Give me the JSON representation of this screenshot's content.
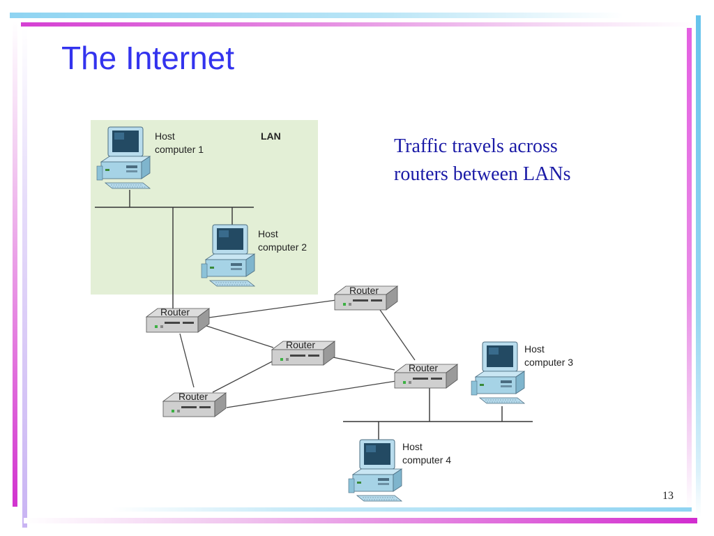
{
  "slide": {
    "title": "The Internet",
    "caption_lines": [
      "Traffic travels across",
      "routers between LANs"
    ],
    "page_number": "13"
  },
  "diagram": {
    "lan_label": "LAN",
    "hosts": [
      {
        "line1": "Host",
        "line2": "computer 1"
      },
      {
        "line1": "Host",
        "line2": "computer 2"
      },
      {
        "line1": "Host",
        "line2": "computer 3"
      },
      {
        "line1": "Host",
        "line2": "computer 4"
      }
    ],
    "router_label": "Router"
  },
  "colors": {
    "title": "#3333ee",
    "caption": "#1a1aa6",
    "lan_background": "#e3efd6"
  }
}
